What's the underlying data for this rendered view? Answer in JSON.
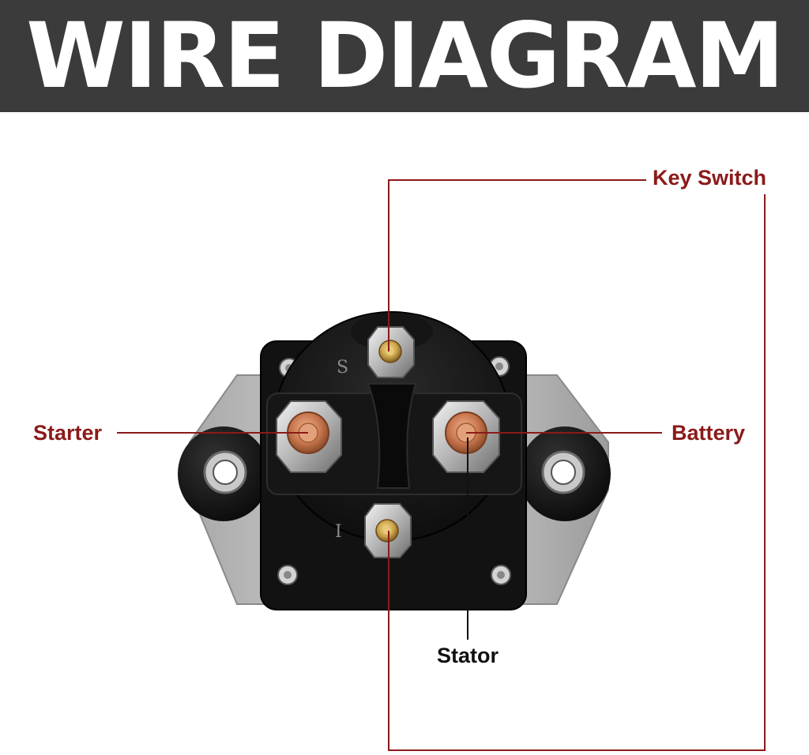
{
  "header": {
    "title": "WIRE DIAGRAM"
  },
  "labels": {
    "key_switch": "Key Switch",
    "starter": "Starter",
    "battery": "Battery",
    "stator": "Stator"
  },
  "terminal_marks": {
    "top": "S",
    "bottom": "I"
  },
  "colors": {
    "header_background": "#3b3b3b",
    "header_text": "#ffffff",
    "label_red": "#8b1a1a",
    "label_black": "#111111",
    "leader_line_red": "#8b1a1a",
    "leader_line_black": "#111111",
    "solenoid_body": "#141414",
    "copper_terminal": "#c8764e",
    "brass_terminal": "#c9a24a",
    "mounting_plate": "#bdbdbd"
  }
}
